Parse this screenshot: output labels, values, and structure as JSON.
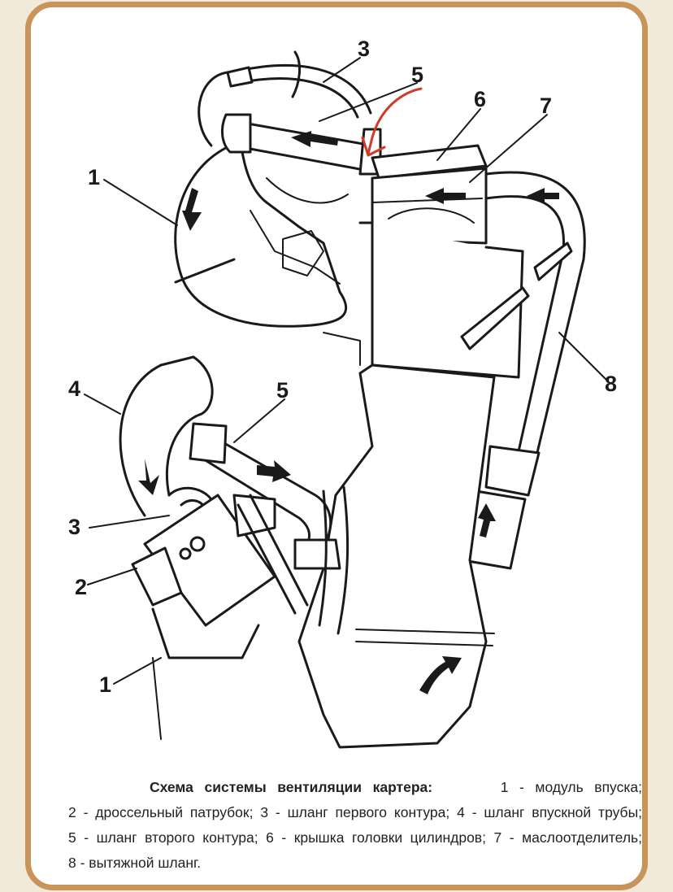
{
  "diagram": {
    "labels": {
      "l1_top": "1",
      "l3_top": "3",
      "l5_top": "5",
      "l6": "6",
      "l7": "7",
      "l8": "8",
      "l4": "4",
      "l5_bottom": "5",
      "l3_bottom": "3",
      "l2": "2",
      "l1_bottom": "1"
    }
  },
  "caption": {
    "title": "Схема системы вентиляции картера:",
    "items": [
      "1 - модуль впуска;",
      "2 - дроссельный патрубок;",
      "3 - шланг первого контура;",
      "4 - шланг впускной трубы;",
      "5 - шланг второго контура;",
      "6 - крышка головки цилиндров;",
      "7 - маслоотделитель;",
      "8 - вытяжной шланг."
    ]
  },
  "colors": {
    "frame": "#c9945a",
    "background": "#f1ead9",
    "ink": "#1a1a1a",
    "annotation": "#d13a24"
  }
}
